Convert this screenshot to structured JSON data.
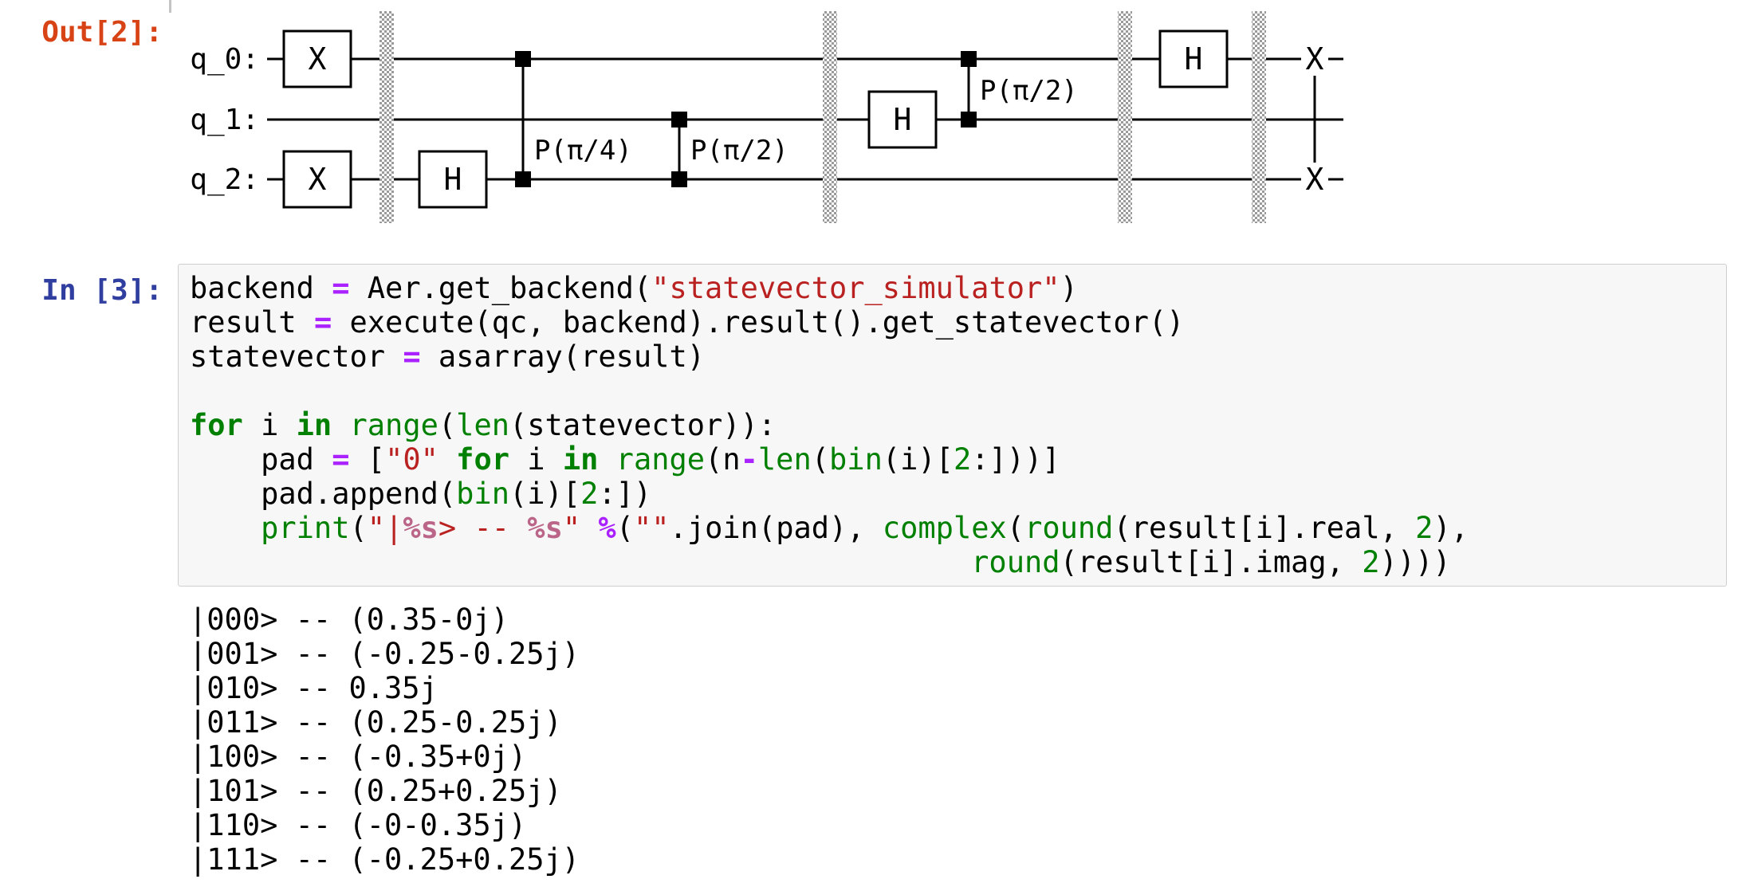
{
  "colors": {
    "out_prompt": "#d84315",
    "in_prompt": "#303f9f",
    "keyword": "#008000",
    "builtin": "#008000",
    "string": "#ba2121",
    "operator": "#aa22ff",
    "string_interpol": "#bb6688",
    "number": "#008000",
    "cell_background": "#f7f7f7",
    "cell_border": "#cfcfcf"
  },
  "out_cell": {
    "prompt": "Out[2]:",
    "circuit": {
      "qubit_labels": [
        "q_0:",
        "q_1:",
        "q_2:"
      ],
      "gate_x": "X",
      "gate_h": "H",
      "cp_quarter_label": "P(π/4)",
      "cp_half_label": "P(π/2)",
      "swap_symbol": "X",
      "operations": [
        "X q0",
        "X q2",
        "barrier",
        "H q2",
        "CP(π/4) q0-q2",
        "CP(π/2) q1-q2",
        "barrier",
        "H q1",
        "CP(π/2) q0-q1",
        "barrier",
        "H q0",
        "barrier",
        "SWAP q0-q2"
      ]
    }
  },
  "in_cell": {
    "prompt": "In [3]:",
    "code": {
      "lines": [
        [
          {
            "t": "backend ",
            "c": ""
          },
          {
            "t": "=",
            "c": "op"
          },
          {
            "t": " Aer.get_backend(",
            "c": ""
          },
          {
            "t": "\"statevector_simulator\"",
            "c": "str"
          },
          {
            "t": ")",
            "c": ""
          }
        ],
        [
          {
            "t": "result ",
            "c": ""
          },
          {
            "t": "=",
            "c": "op"
          },
          {
            "t": " execute(qc, backend).result().get_statevector()",
            "c": ""
          }
        ],
        [
          {
            "t": "statevector ",
            "c": ""
          },
          {
            "t": "=",
            "c": "op"
          },
          {
            "t": " asarray(result)",
            "c": ""
          }
        ],
        [],
        [
          {
            "t": "for",
            "c": "kw"
          },
          {
            "t": " i ",
            "c": ""
          },
          {
            "t": "in",
            "c": "kw"
          },
          {
            "t": " ",
            "c": ""
          },
          {
            "t": "range",
            "c": "bi"
          },
          {
            "t": "(",
            "c": ""
          },
          {
            "t": "len",
            "c": "bi"
          },
          {
            "t": "(statevector)):",
            "c": ""
          }
        ],
        [
          {
            "t": "    pad ",
            "c": ""
          },
          {
            "t": "=",
            "c": "op"
          },
          {
            "t": " [",
            "c": ""
          },
          {
            "t": "\"0\"",
            "c": "str"
          },
          {
            "t": " ",
            "c": ""
          },
          {
            "t": "for",
            "c": "kw"
          },
          {
            "t": " i ",
            "c": ""
          },
          {
            "t": "in",
            "c": "kw"
          },
          {
            "t": " ",
            "c": ""
          },
          {
            "t": "range",
            "c": "bi"
          },
          {
            "t": "(n",
            "c": ""
          },
          {
            "t": "-",
            "c": "op"
          },
          {
            "t": "len",
            "c": "bi"
          },
          {
            "t": "(",
            "c": ""
          },
          {
            "t": "bin",
            "c": "bi"
          },
          {
            "t": "(i)[",
            "c": ""
          },
          {
            "t": "2",
            "c": "num"
          },
          {
            "t": ":]))]",
            "c": ""
          }
        ],
        [
          {
            "t": "    pad.append(",
            "c": ""
          },
          {
            "t": "bin",
            "c": "bi"
          },
          {
            "t": "(i)[",
            "c": ""
          },
          {
            "t": "2",
            "c": "num"
          },
          {
            "t": ":])",
            "c": ""
          }
        ],
        [
          {
            "t": "    ",
            "c": ""
          },
          {
            "t": "print",
            "c": "bi"
          },
          {
            "t": "(",
            "c": ""
          },
          {
            "t": "\"|",
            "c": "str"
          },
          {
            "t": "%s",
            "c": "si"
          },
          {
            "t": "> -- ",
            "c": "str"
          },
          {
            "t": "%s",
            "c": "si"
          },
          {
            "t": "\"",
            "c": "str"
          },
          {
            "t": " ",
            "c": ""
          },
          {
            "t": "%",
            "c": "op"
          },
          {
            "t": "(",
            "c": ""
          },
          {
            "t": "\"\"",
            "c": "str"
          },
          {
            "t": ".join(pad), ",
            "c": ""
          },
          {
            "t": "complex",
            "c": "bi"
          },
          {
            "t": "(",
            "c": ""
          },
          {
            "t": "round",
            "c": "bi"
          },
          {
            "t": "(result[i].real, ",
            "c": ""
          },
          {
            "t": "2",
            "c": "num"
          },
          {
            "t": "),",
            "c": ""
          }
        ],
        [
          {
            "t": "                                            ",
            "c": ""
          },
          {
            "t": "round",
            "c": "bi"
          },
          {
            "t": "(result[i].imag, ",
            "c": ""
          },
          {
            "t": "2",
            "c": "num"
          },
          {
            "t": "))))",
            "c": ""
          }
        ]
      ]
    }
  },
  "output": {
    "lines": [
      "|000> -- (0.35-0j)",
      "|001> -- (-0.25-0.25j)",
      "|010> -- 0.35j",
      "|011> -- (0.25-0.25j)",
      "|100> -- (-0.35+0j)",
      "|101> -- (0.25+0.25j)",
      "|110> -- (-0-0.35j)",
      "|111> -- (-0.25+0.25j)"
    ]
  }
}
